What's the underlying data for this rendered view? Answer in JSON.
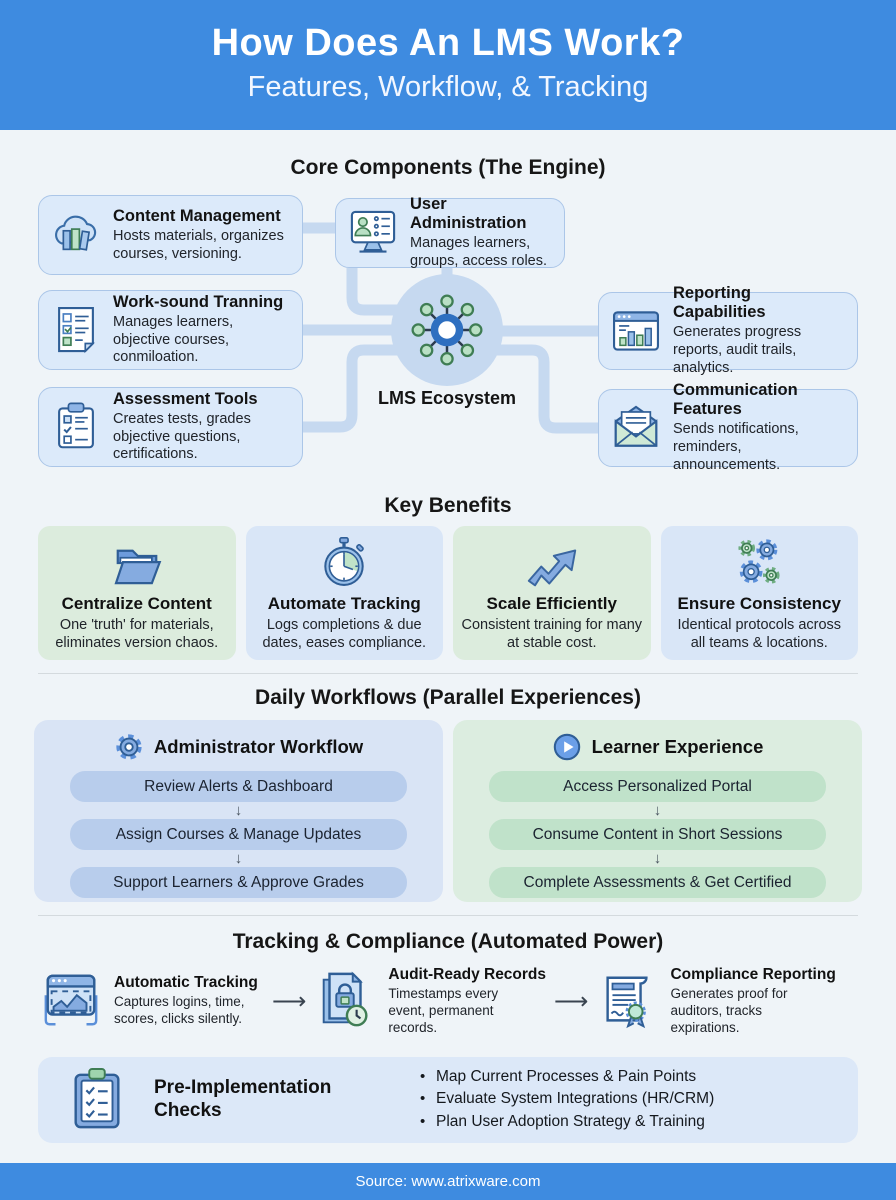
{
  "header": {
    "title": "How Does An LMS Work?",
    "subtitle": "Features, Workflow, & Tracking"
  },
  "core": {
    "heading": "Core Components (The Engine)",
    "hub_label": "LMS Ecosystem",
    "hub_icon": "network-hub-icon",
    "cards": [
      {
        "icon": "cloud-books-icon",
        "title": "Content Management",
        "desc": "Hosts materials, organizes courses, versioning."
      },
      {
        "icon": "monitor-user-icon",
        "title": "User Administration",
        "desc": "Manages learners, groups, access roles."
      },
      {
        "icon": "document-checklist-icon",
        "title": "Work-sound Tranning",
        "desc": "Manages learners, objective courses, conmiloation."
      },
      {
        "icon": "window-bar-chart-icon",
        "title": "Reporting Capabilities",
        "desc": "Generates progress reports, audit trails, analytics."
      },
      {
        "icon": "clipboard-checklist-icon",
        "title": "Assessment Tools",
        "desc": "Creates tests, grades objective questions, certifications."
      },
      {
        "icon": "envelope-icon",
        "title": "Communication Features",
        "desc": "Sends notifications, reminders, announcements."
      }
    ]
  },
  "benefits": {
    "heading": "Key Benefits",
    "cards": [
      {
        "icon": "folder-icon",
        "tone": "green",
        "title": "Centralize Content",
        "desc": "One 'truth' for materials, eliminates version chaos."
      },
      {
        "icon": "stopwatch-icon",
        "tone": "blue",
        "title": "Automate Tracking",
        "desc": "Logs completions & due dates, eases compliance."
      },
      {
        "icon": "trend-arrow-icon",
        "tone": "green",
        "title": "Scale Efficiently",
        "desc": "Consistent training for many at stable cost."
      },
      {
        "icon": "gears-icon",
        "tone": "blue",
        "title": "Ensure Consistency",
        "desc": "Identical protocols across all teams & locations."
      }
    ]
  },
  "workflows": {
    "heading": "Daily Workflows (Parallel Experiences)",
    "step_arrow": "↓",
    "admin": {
      "icon": "gear-icon",
      "title": "Administrator Workflow",
      "steps": [
        "Review Alerts & Dashboard",
        "Assign Courses & Manage Updates",
        "Support Learners & Approve Grades"
      ]
    },
    "learner": {
      "icon": "play-icon",
      "title": "Learner Experience",
      "steps": [
        "Access Personalized Portal",
        "Consume Content in Short Sessions",
        "Complete Assessments & Get Certified"
      ]
    }
  },
  "tracking": {
    "heading": "Tracking & Compliance (Automated Power)",
    "flow_arrow": "⟶",
    "items": [
      {
        "icon": "window-graph-icon",
        "title": "Automatic Tracking",
        "desc": "Captures logins, time, scores, clicks silently."
      },
      {
        "icon": "document-lock-clock-icon",
        "title": "Audit-Ready Records",
        "desc": "Timestamps every event, permanent records."
      },
      {
        "icon": "certificate-icon",
        "title": "Compliance Reporting",
        "desc": "Generates proof for auditors, tracks expirations."
      }
    ]
  },
  "checks": {
    "icon": "clipboard-checks-icon",
    "title": "Pre-Implementation Checks",
    "items": [
      "Map Current Processes & Pain Points",
      "Evaluate System Integrations (HR/CRM)",
      "Plan User Adoption Strategy & Training"
    ]
  },
  "footer": {
    "source": "Source: www.atrixware.com"
  },
  "colors": {
    "header_bg": "#3E8BE0",
    "footer_bg": "#3E8BE0",
    "card_blue": "#dceafa",
    "connector": "#c6d9f0",
    "benefit_green": "#dcecdd",
    "benefit_blue": "#d9e6f7",
    "panel_blue": "#d9e4f5",
    "panel_green": "#dcede0",
    "pill_blue": "#b8cdec",
    "pill_green": "#c0e2ca",
    "icon_dark_blue": "#2f5e96",
    "icon_mid_blue": "#8fb5e6",
    "icon_green": "#bfe3c8"
  }
}
